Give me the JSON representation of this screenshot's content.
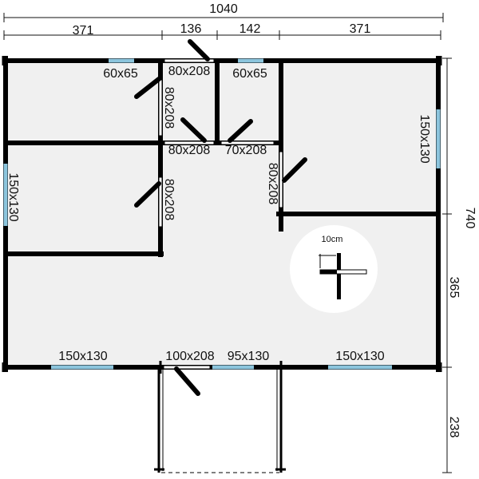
{
  "dimensions": {
    "total_width": "1040",
    "segments_top": [
      "371",
      "136",
      "142",
      "371"
    ],
    "total_depth": "740",
    "right_lower": "365",
    "porch_depth": "238"
  },
  "openings": {
    "win_top_left": "60x65",
    "win_top_center": "60x65",
    "win_right": "150x130",
    "win_left": "150x130",
    "win_bottom_left": "150x130",
    "win_bottom_center": "95x130",
    "win_bottom_right": "150x130",
    "door_bath_top": "80x208",
    "door_bath_side": "80x208",
    "door_hall_left": "80x208",
    "door_hall_right": "70x208",
    "door_room_left": "80x208",
    "door_room_right": "80x208",
    "door_front": "100x208"
  },
  "detail": {
    "scale_label": "10cm"
  },
  "colors": {
    "floor": "#f0f0f0",
    "window": "#8cc5dd",
    "wall": "#000000"
  }
}
